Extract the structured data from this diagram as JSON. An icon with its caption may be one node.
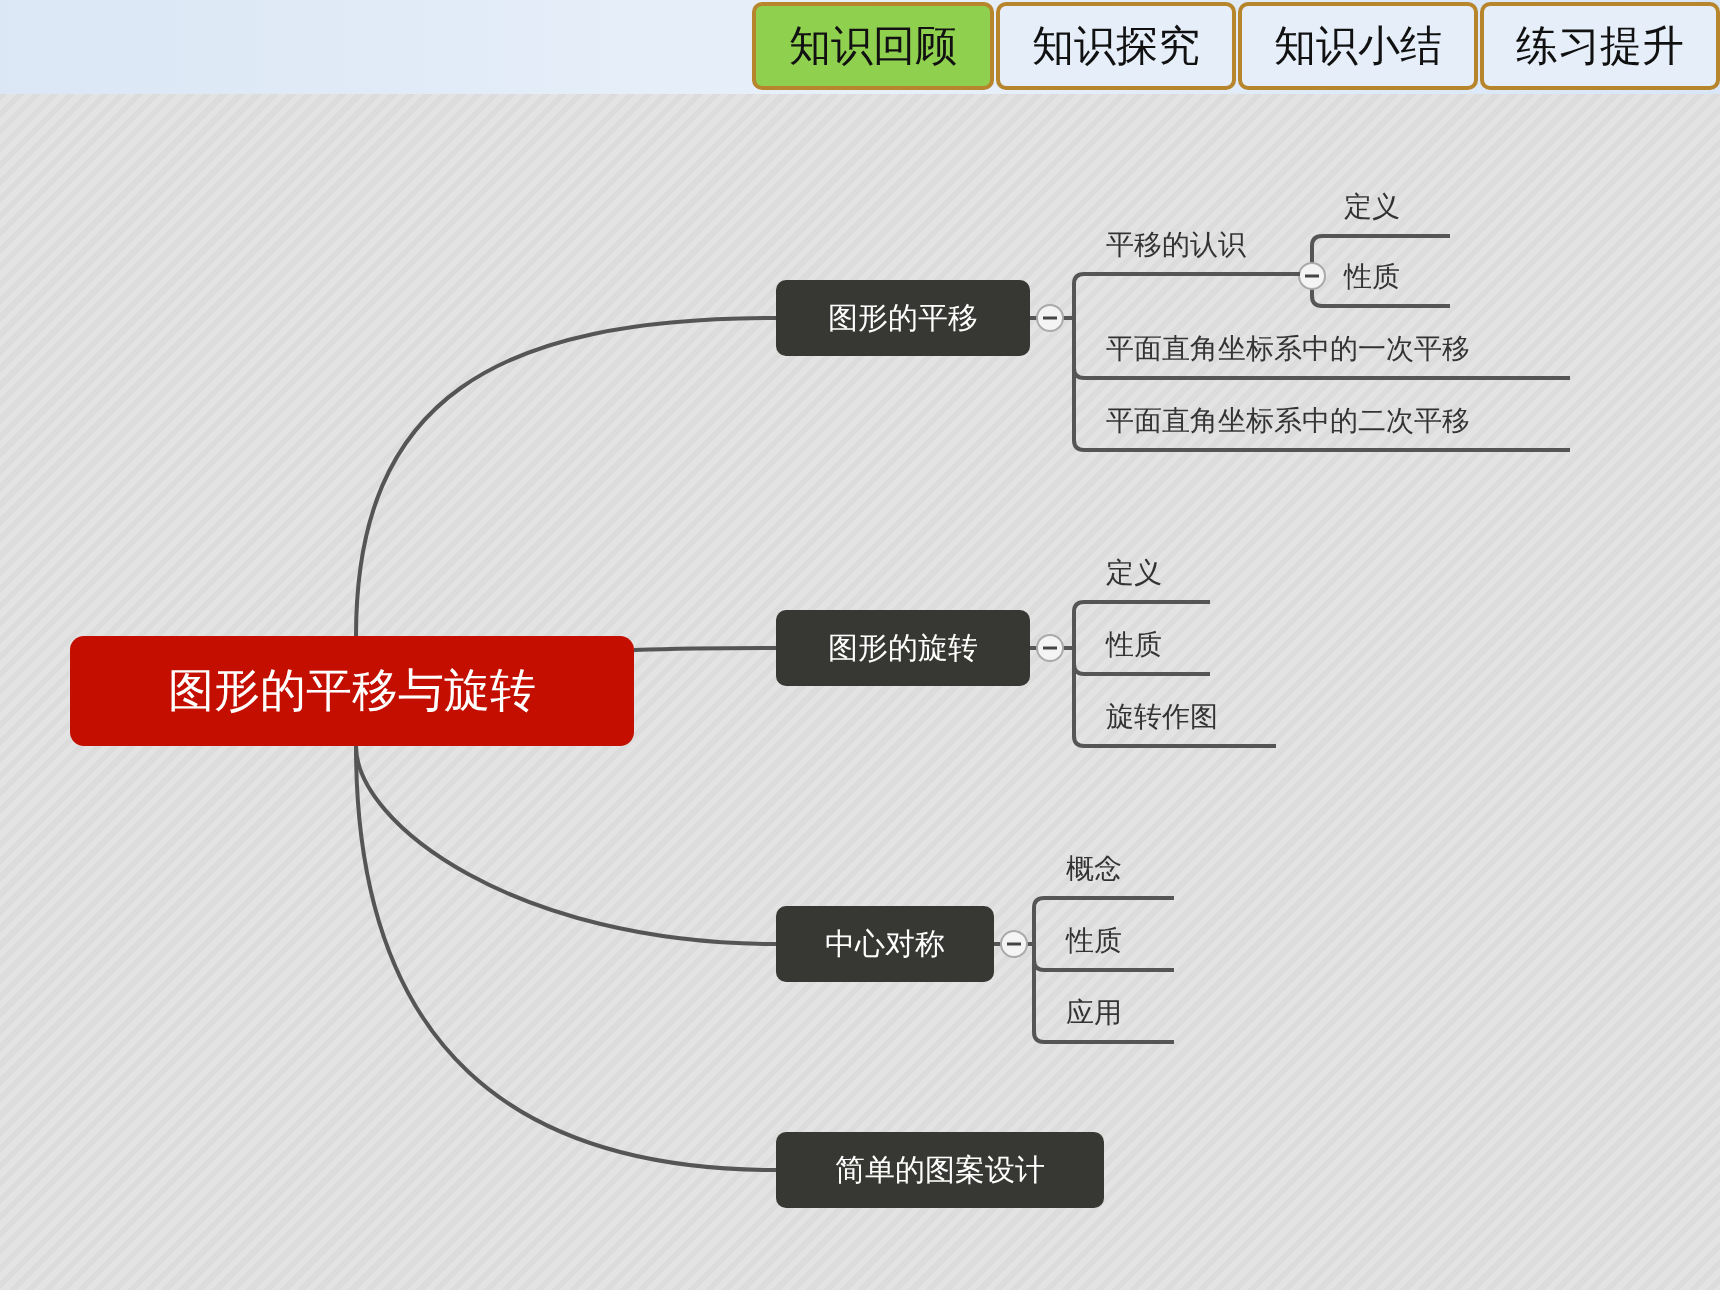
{
  "diagram": {
    "nodes": [
      {
        "text": [
          "图形的平移与旋转"
        ]
      },
      {
        "text": [
          "图形的平移"
        ]
      },
      {
        "text": [
          "平移的认识"
        ]
      },
      {
        "text": [
          "定义"
        ]
      },
      {
        "text": [
          "性质"
        ]
      },
      {
        "text": [
          "平面直角坐标系中的一次平移"
        ]
      },
      {
        "text": [
          "平面直角坐标系中的二次平移"
        ]
      },
      {
        "text": [
          "图形的旋转"
        ]
      },
      {
        "text": [
          "定义"
        ]
      },
      {
        "text": [
          "性质"
        ]
      },
      {
        "text": [
          "旋转作图"
        ]
      },
      {
        "text": [
          "中心对称"
        ]
      },
      {
        "text": [
          "概念"
        ]
      },
      {
        "text": [
          "性质"
        ]
      },
      {
        "text": [
          "应用"
        ]
      },
      {
        "text": [
          "简单的图案设计"
        ]
      }
    ],
    "edges": [
      {
        "from": 0,
        "to": 1,
        "arrow": "none"
      },
      {
        "from": 1,
        "to": 2,
        "arrow": "none"
      },
      {
        "from": 2,
        "to": 3,
        "arrow": "none"
      },
      {
        "from": 2,
        "to": 4,
        "arrow": "none"
      },
      {
        "from": 1,
        "to": 5,
        "arrow": "none"
      },
      {
        "from": 1,
        "to": 6,
        "arrow": "none"
      },
      {
        "from": 0,
        "to": 7,
        "arrow": "none"
      },
      {
        "from": 7,
        "to": 8,
        "arrow": "none"
      },
      {
        "from": 7,
        "to": 9,
        "arrow": "none"
      },
      {
        "from": 7,
        "to": 10,
        "arrow": "none"
      },
      {
        "from": 0,
        "to": 11,
        "arrow": "none"
      },
      {
        "from": 11,
        "to": 12,
        "arrow": "none"
      },
      {
        "from": 11,
        "to": 13,
        "arrow": "none"
      },
      {
        "from": 11,
        "to": 14,
        "arrow": "none"
      },
      {
        "from": 0,
        "to": 15,
        "arrow": "none"
      }
    ],
    "labels": [
      "知识回顾",
      "知识探究",
      "知识小结",
      "练习提升"
    ]
  }
}
